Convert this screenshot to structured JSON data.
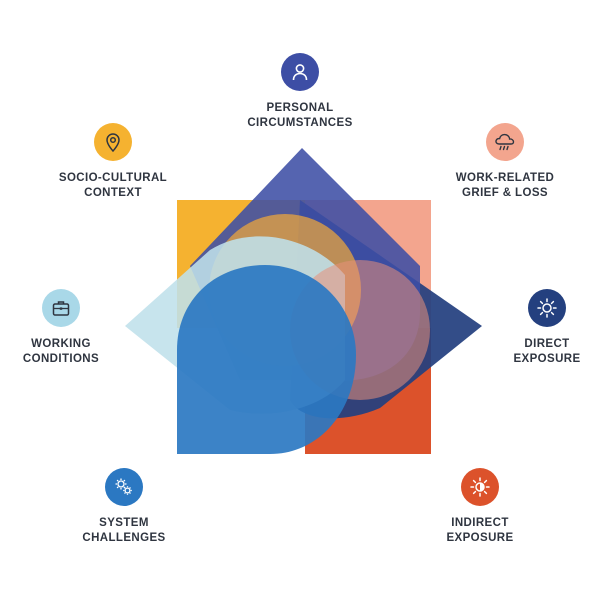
{
  "colors": {
    "personal": "#3d4ea5",
    "socio": "#f5b230",
    "work": "#f3a58e",
    "working": "#a9d8e8",
    "direct": "#24407f",
    "system": "#2b78c2",
    "indirect": "#dc522b",
    "label_text": "#2f3540"
  },
  "factors": [
    {
      "id": "personal",
      "icon": "person-icon",
      "lines": [
        "PERSONAL",
        "CIRCUMSTANCES"
      ]
    },
    {
      "id": "socio",
      "icon": "location-pin-icon",
      "lines": [
        "SOCIO-CULTURAL",
        "CONTEXT"
      ]
    },
    {
      "id": "work",
      "icon": "storm-cloud-icon",
      "lines": [
        "WORK-RELATED",
        "GRIEF & LOSS"
      ]
    },
    {
      "id": "working",
      "icon": "briefcase-icon",
      "lines": [
        "WORKING",
        "CONDITIONS"
      ]
    },
    {
      "id": "direct",
      "icon": "sun-icon",
      "lines": [
        "DIRECT",
        "EXPOSURE"
      ]
    },
    {
      "id": "system",
      "icon": "gears-icon",
      "lines": [
        "SYSTEM",
        "CHALLENGES"
      ]
    },
    {
      "id": "indirect",
      "icon": "half-sun-icon",
      "lines": [
        "INDIRECT",
        "EXPOSURE"
      ]
    }
  ]
}
